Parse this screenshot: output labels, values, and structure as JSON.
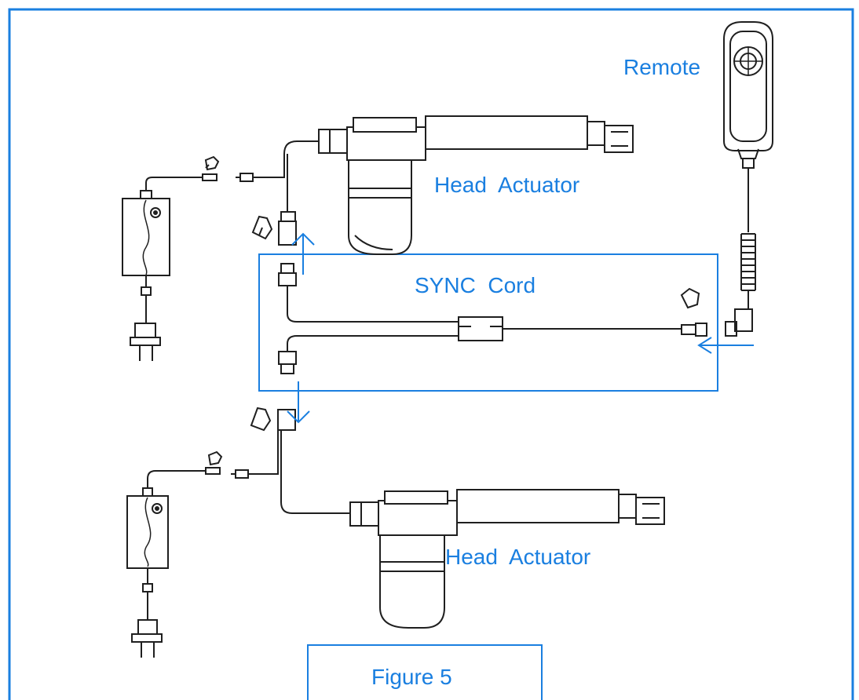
{
  "labels": {
    "remote": "Remote",
    "head_actuator_top": "Head  Actuator",
    "sync_cord": "SYNC  Cord",
    "head_actuator_bottom": "Head  Actuator",
    "figure": "Figure 5"
  },
  "colors": {
    "accent": "#1a7fe0",
    "line": "#1f1f1f",
    "paper": "#ffffff"
  }
}
